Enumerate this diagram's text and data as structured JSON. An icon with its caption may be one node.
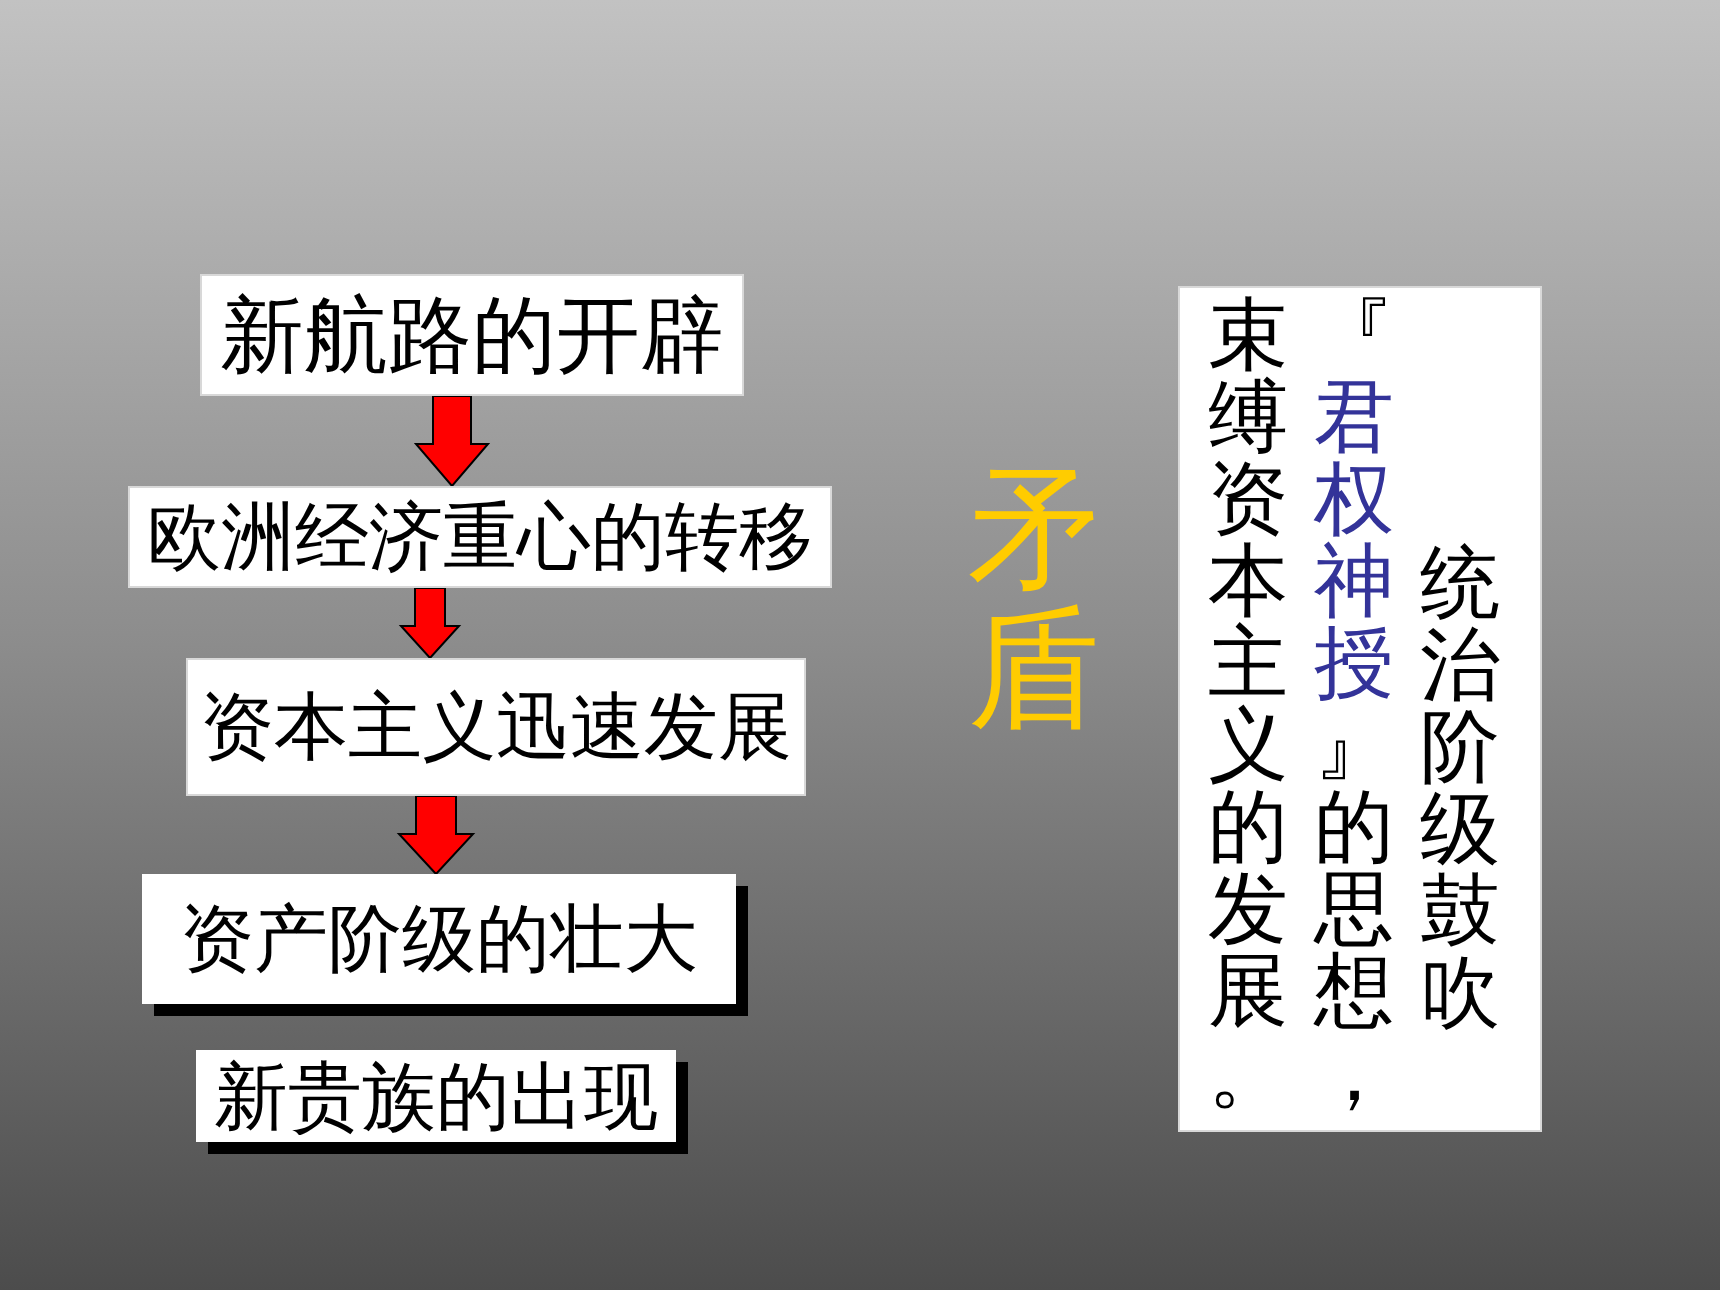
{
  "diagram": {
    "nodes": [
      {
        "text": [
          "新航路的开辟"
        ]
      },
      {
        "text": [
          "欧洲经济重心的转移"
        ]
      },
      {
        "text": [
          "资本主义迅速发展"
        ]
      },
      {
        "text": [
          "资产阶级的壮大"
        ]
      },
      {
        "text": [
          "新贵族的出现"
        ]
      },
      {
        "text": [
          "统治阶级鼓吹『*君权神授*』的思想，束缚资本主义的发展。"
        ]
      }
    ],
    "edges": [
      {
        "from": 0,
        "to": 1,
        "arrow": "to"
      },
      {
        "from": 1,
        "to": 2,
        "arrow": "to"
      },
      {
        "from": 2,
        "to": 3,
        "arrow": "to"
      }
    ],
    "labels": [
      "矛盾"
    ]
  }
}
